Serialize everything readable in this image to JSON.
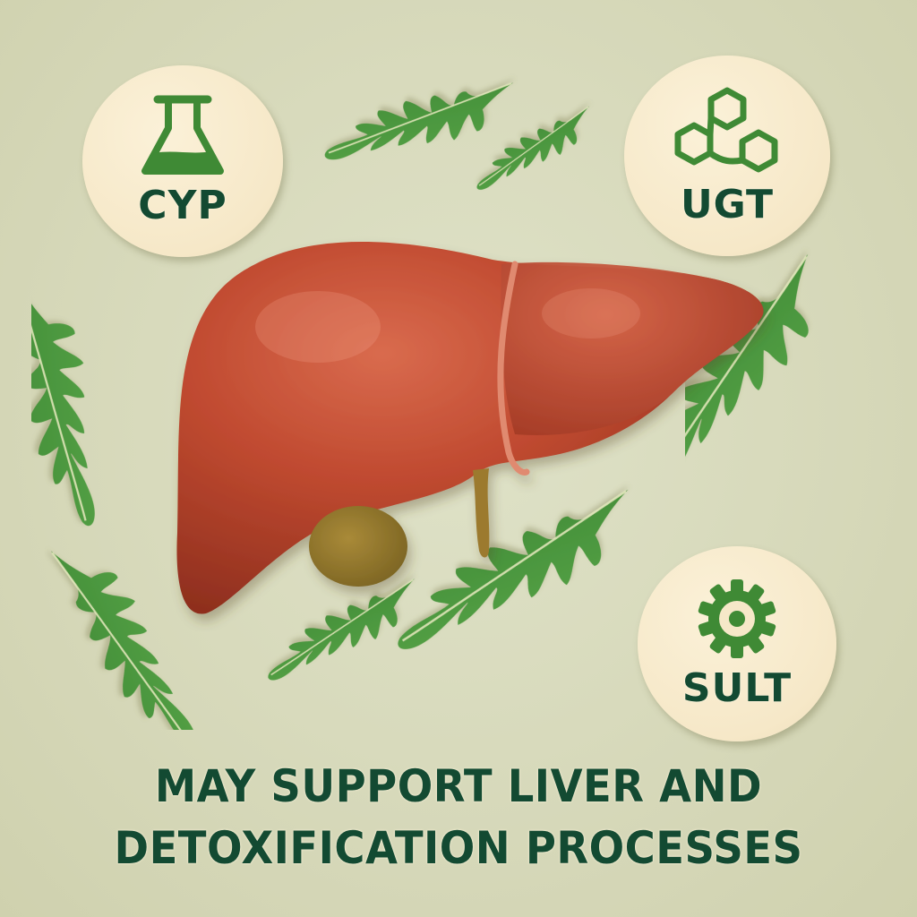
{
  "badges": [
    {
      "id": "cyp",
      "label": "CYP",
      "icon": "flask-icon"
    },
    {
      "id": "ugt",
      "label": "UGT",
      "icon": "hexagon-molecule-icon"
    },
    {
      "id": "sult",
      "label": "SULT",
      "icon": "gear-icon"
    }
  ],
  "headline": {
    "line1": "MAY SUPPORT LIVER AND",
    "line2": "DETOXIFICATION PROCESSES"
  },
  "illustration": {
    "center": "liver-illustration",
    "decoration": "arugula-leaves"
  },
  "colors": {
    "background": "#d8dabb",
    "badge_fill": "#f6e8c8",
    "text_dark_green": "#134a32",
    "icon_green": "#3f8a35",
    "leaf_green": "#4e9a3e",
    "liver_red": "#b8432c",
    "gallbladder": "#8e7a2e"
  }
}
